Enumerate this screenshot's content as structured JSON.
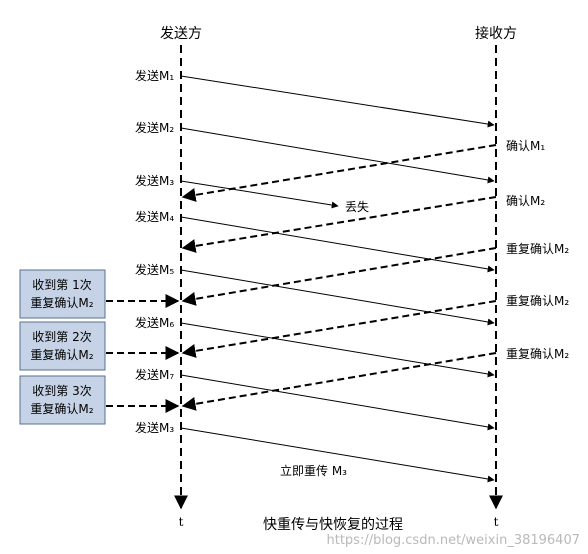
{
  "lanes": {
    "sender_label": "发送方",
    "receiver_label": "接收方",
    "time_label": "t"
  },
  "sends": [
    {
      "label": "发送M₁",
      "lost": false
    },
    {
      "label": "发送M₂",
      "lost": false
    },
    {
      "label": "发送M₃",
      "lost": true,
      "lost_label": "丢失"
    },
    {
      "label": "发送M₄",
      "lost": false
    },
    {
      "label": "发送M₅",
      "lost": false
    },
    {
      "label": "发送M₆",
      "lost": false
    },
    {
      "label": "发送M₇",
      "lost": false
    },
    {
      "label": "发送M₃",
      "lost": false,
      "note": "立即重传 M₃"
    }
  ],
  "acks": [
    {
      "label": "确认M₁"
    },
    {
      "label": "确认M₂"
    },
    {
      "label": "重复确认M₂"
    },
    {
      "label": "重复确认M₂"
    },
    {
      "label": "重复确认M₂"
    }
  ],
  "dup_boxes": [
    {
      "line1": "收到第 1次",
      "line2": "重复确认M₂"
    },
    {
      "line1": "收到第 2次",
      "line2": "重复确认M₂"
    },
    {
      "line1": "收到第 3次",
      "line2": "重复确认M₂"
    }
  ],
  "caption": "快重传与快恢复的过程",
  "watermark": "https://blog.csdn.net/weixin_38196407",
  "colors": {
    "box_fill": "#c6d3e6",
    "box_stroke": "#5a6f8f",
    "line": "#000000"
  }
}
